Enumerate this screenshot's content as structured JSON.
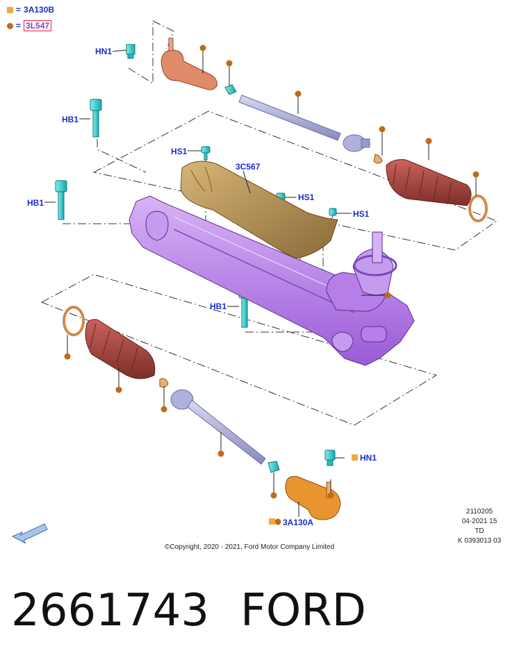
{
  "legend": {
    "square_label": "3A130B",
    "circle_label": "3L547",
    "square_color": "#f5a83c",
    "circle_color": "#c06a14"
  },
  "labels": {
    "hn1_top": "HN1",
    "hb1_top": "HB1",
    "hb1_mid": "HB1",
    "hb1_low": "HB1",
    "hs1_a": "HS1",
    "hs1_b": "HS1",
    "hs1_c": "HS1",
    "housing_cover": "3C567",
    "hn1_bottom": "HN1",
    "tie_rod_end_bottom": "3A130A"
  },
  "meta": {
    "line1": "2110205",
    "line2": "04-2021 15",
    "line3": "TD",
    "line4": "K 0393013 03"
  },
  "copyright": "©Copyright, 2020 - 2021, Ford Motor Company Limited",
  "part_number": "2661743",
  "brand": "FORD",
  "colors": {
    "rack": "#b67ee6",
    "boot": "#a8453f",
    "tie_rod": "#a8a8d8",
    "bolt": "#3fd0d0",
    "tie_end_top": "#e08a6a",
    "tie_end_bottom": "#e89430",
    "cover": "#b89257"
  }
}
